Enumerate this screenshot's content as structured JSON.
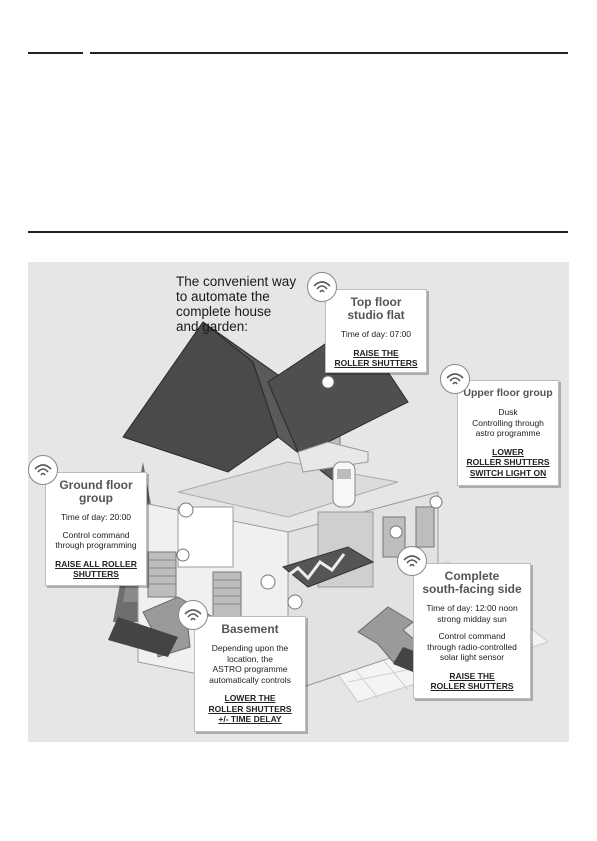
{
  "intro": {
    "lines": [
      "The convenient way",
      "to automate the",
      "complete house",
      "and garden:"
    ]
  },
  "callouts": {
    "top_floor": {
      "title": [
        "Top floor",
        "studio flat"
      ],
      "time": "Time of day: 07:00",
      "action": [
        "RAISE THE",
        "ROLLER SHUTTERS"
      ]
    },
    "upper_floor": {
      "title": "Upper floor group",
      "body": [
        "Dusk",
        "Controlling through",
        "astro programme"
      ],
      "action": [
        "LOWER",
        "ROLLER SHUTTERS",
        "SWITCH LIGHT ON"
      ]
    },
    "ground_floor": {
      "title": [
        "Ground floor",
        "group"
      ],
      "time": "Time of day: 20:00",
      "body": [
        "Control command",
        "through programming"
      ],
      "action": [
        "RAISE ALL ROLLER",
        "SHUTTERS"
      ]
    },
    "south_side": {
      "title": [
        "Complete",
        "south-facing side"
      ],
      "time": [
        "Time of day: 12:00 noon",
        "strong midday sun"
      ],
      "body": [
        "Control command",
        "through radio-controlled",
        "solar light sensor"
      ],
      "action": [
        "RAISE THE",
        "ROLLER SHUTTERS"
      ]
    },
    "basement": {
      "title": "Basement",
      "body": [
        "Depending upon the",
        "location, the",
        "ASTRO programme",
        "automatically controls"
      ],
      "action": [
        "LOWER THE",
        "ROLLER SHUTTERS",
        "+/- TIME DELAY"
      ]
    }
  },
  "icons": {
    "signal": "wireless-signal-icon"
  },
  "colors": {
    "roof": "#4a4a4a",
    "wall": "#f2f2f2",
    "background": "#e6e6e6"
  }
}
